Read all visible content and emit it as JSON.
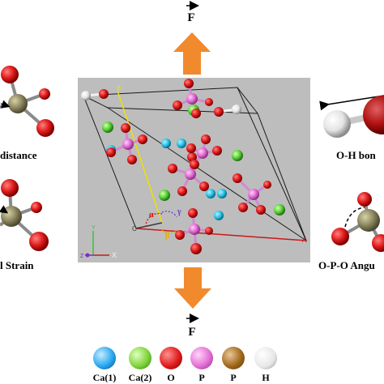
{
  "force": {
    "top_label": "F",
    "bottom_label": "F"
  },
  "left_panel": {
    "caption_top": "distance",
    "caption_bottom": "l Strain"
  },
  "right_panel": {
    "caption_top": "O-H bon",
    "caption_bottom": "O-P-O Angu"
  },
  "cell": {
    "axis_labels": {
      "b": "B",
      "a": "A",
      "c": "C",
      "y": "Y",
      "z": "Z",
      "x": "X"
    },
    "angle_labels": {
      "alpha": "α",
      "beta": "β",
      "gamma": "γ"
    }
  },
  "legend": [
    {
      "label": "Ca(1)",
      "color": "#29a8f0"
    },
    {
      "label": "Ca(2)",
      "color": "#7fd43b"
    },
    {
      "label": "O",
      "color": "#e01b1b"
    },
    {
      "label": "P",
      "color": "#e46fd6"
    },
    {
      "label": "P",
      "color": "#a0681b"
    },
    {
      "label": "H",
      "color": "#eeeeee"
    }
  ],
  "colors": {
    "panel_bg": "#bdbdbd",
    "arrow": "#f08a2c",
    "a_axis": "#cc1a1a",
    "b_axis": "#f0e000",
    "c_axis": "#3a3a3a",
    "angle_alpha": "#d01010",
    "angle_beta": "#e0b000",
    "angle_gamma": "#6a3fc0"
  }
}
